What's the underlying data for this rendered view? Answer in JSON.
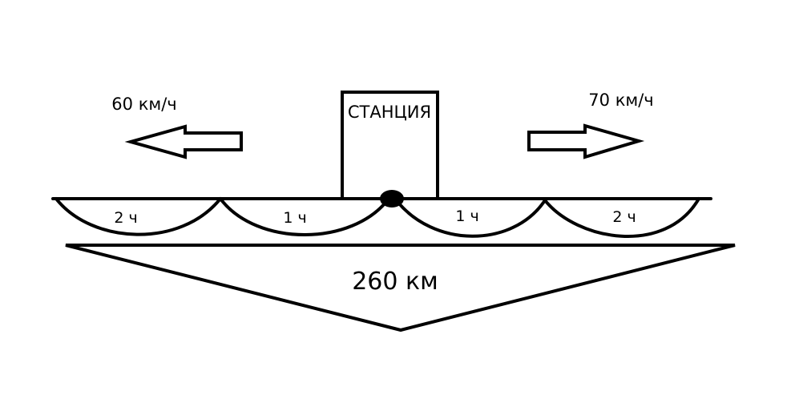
{
  "station": {
    "label": "СТАНЦИЯ"
  },
  "left_train": {
    "speed_label": "60 км/ч",
    "direction": "left"
  },
  "right_train": {
    "speed_label": "70 км/ч",
    "direction": "right"
  },
  "segments": [
    {
      "time_label": "2 ч"
    },
    {
      "time_label": "1 ч"
    },
    {
      "time_label": "1 ч"
    },
    {
      "time_label": "2 ч"
    }
  ],
  "total_distance": {
    "label": "260 км"
  },
  "colors": {
    "stroke": "#000000",
    "background": "#ffffff"
  }
}
